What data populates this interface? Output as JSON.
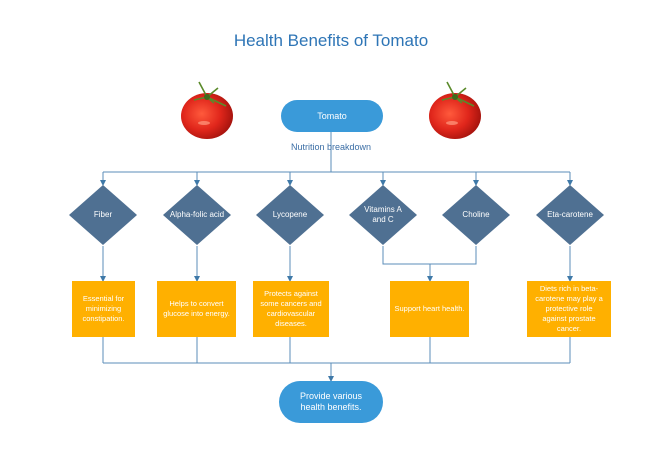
{
  "title": "Health Benefits of Tomato",
  "start_node": "Tomato",
  "edge_label": "Nutrition breakdown",
  "nutrients": [
    {
      "name": "Fiber",
      "benefit": "Essential for minimizing constipation."
    },
    {
      "name": "Alpha-folic acid",
      "benefit": "Helps to convert glucose into energy."
    },
    {
      "name": "Lycopene",
      "benefit": "Protects against some cancers and cardiovascular diseases."
    },
    {
      "name": "Vitamins A and C",
      "benefit": ""
    },
    {
      "name": "Choline",
      "benefit": ""
    },
    {
      "name": "Eta-carotene",
      "benefit": "Diets rich in beta-carotene may play a protective role against prostate cancer."
    }
  ],
  "shared_benefit": "Support heart health.",
  "end_node": "Provide various health benefits.",
  "colors": {
    "title": "#2e75b6",
    "terminal": "#3a9ad9",
    "decision": "#4f7092",
    "process": "#ffb000",
    "connector": "#5b8db8",
    "tomato": "#e0261b"
  },
  "images": [
    "tomato-image",
    "tomato-image"
  ]
}
